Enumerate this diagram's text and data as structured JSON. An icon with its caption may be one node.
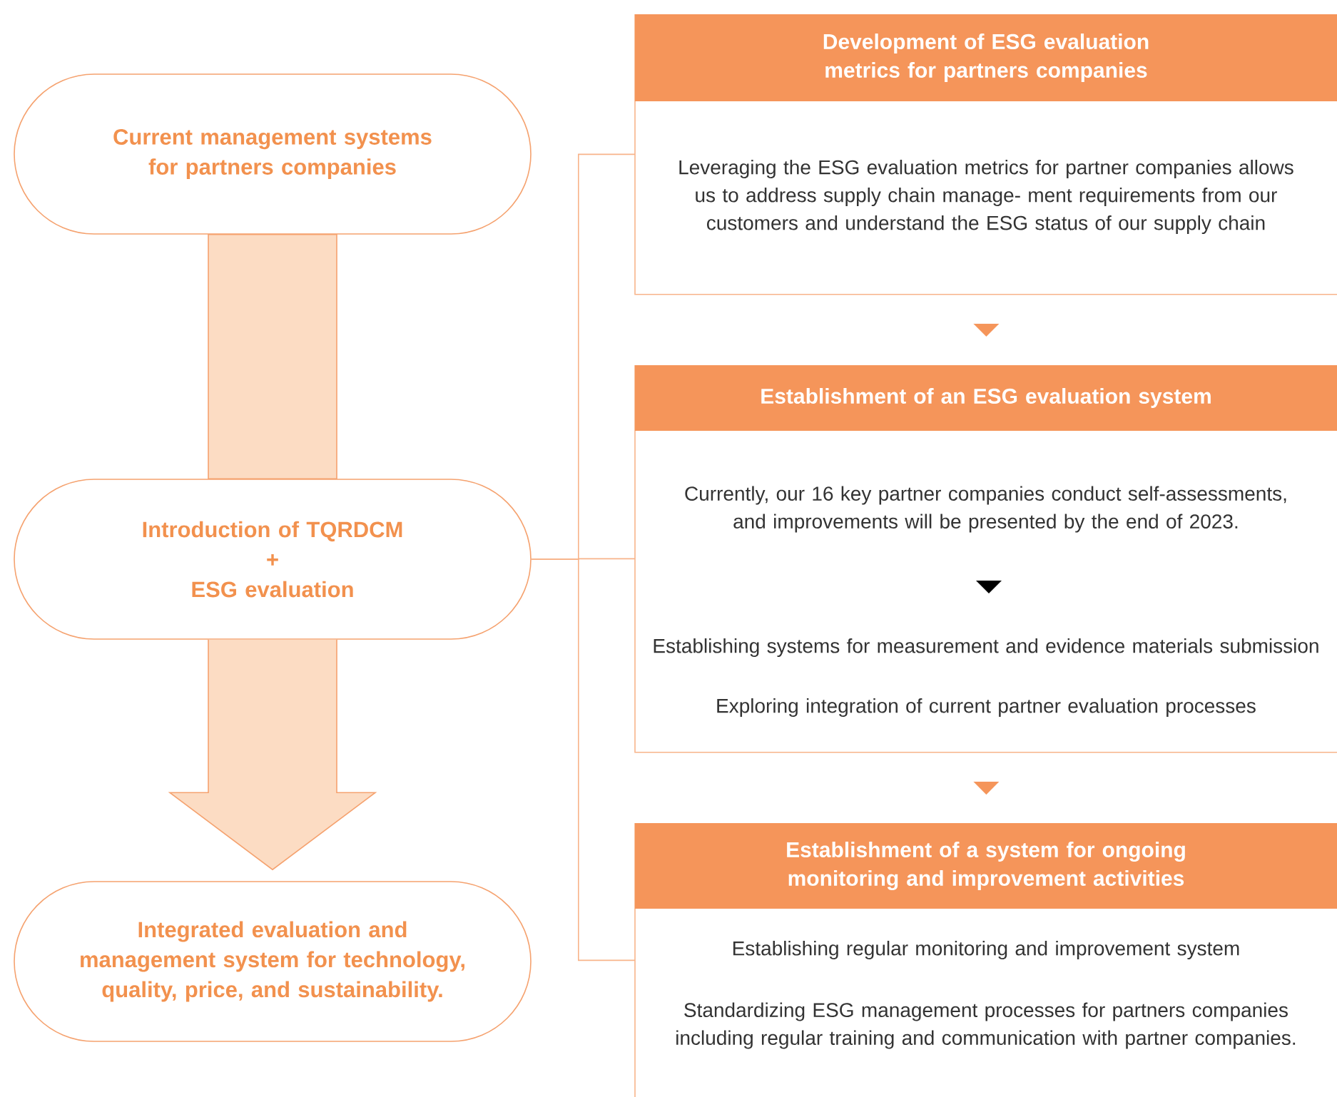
{
  "diagram": {
    "nodes": [
      {
        "text": [
          "Current management systems for partners companies"
        ]
      },
      {
        "text": [
          "Introduction of TQRDCM",
          "+",
          "ESG evaluation"
        ]
      },
      {
        "text": [
          "Integrated evaluation and management system for technology, quality, price, and sustainability."
        ]
      },
      {
        "text": [
          "Development of ESG evaluation metrics for partners companies",
          "Leveraging the ESG evaluation metrics for partner companies allows us to address supply chain manage- ment requirements from our customers and understand the ESG status of our supply chain"
        ]
      },
      {
        "text": [
          "Establishment of an ESG evaluation system",
          "Currently, our 16 key partner companies conduct self-assessments, and improvements will be presented by the end of 2023.",
          "Establishing systems for measurement and evidence materials submission",
          "Exploring integration of current partner evaluation processes"
        ]
      },
      {
        "text": [
          "Establishment of a system for ongoing monitoring and improvement activities",
          "Establishing regular monitoring and improvement system",
          "Standardizing ESG management processes for partners companies including regular training and communication with partner companies."
        ]
      }
    ],
    "edges": [
      {
        "from": 0,
        "to": 1,
        "arrow": "none"
      },
      {
        "from": 1,
        "to": 2,
        "arrow": "to"
      },
      {
        "from": 1,
        "to": 3,
        "arrow": "none"
      },
      {
        "from": 1,
        "to": 4,
        "arrow": "none"
      },
      {
        "from": 1,
        "to": 5,
        "arrow": "none"
      },
      {
        "from": 3,
        "to": 4,
        "arrow": "to"
      },
      {
        "from": 4,
        "to": 5,
        "arrow": "to"
      }
    ]
  }
}
